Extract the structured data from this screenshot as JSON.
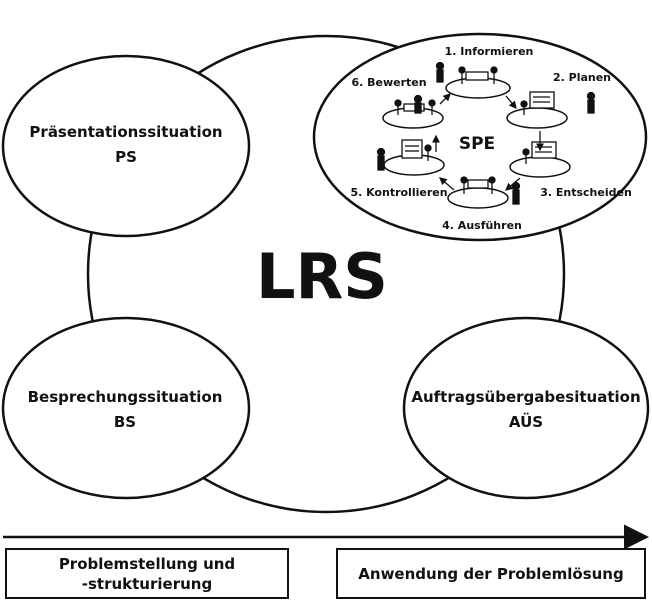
{
  "center": {
    "label": "LRS"
  },
  "situations": {
    "presentation": {
      "name": "Präsentationssituation",
      "abbr": "PS"
    },
    "meeting": {
      "name": "Besprechungssituation",
      "abbr": "BS"
    },
    "handover": {
      "name": "Auftragsübergabesituation",
      "abbr": "AÜS"
    }
  },
  "spe": {
    "label": "SPE",
    "steps": [
      "1. Informieren",
      "2. Planen",
      "3. Entscheiden",
      "4. Ausführen",
      "5. Kontrollieren",
      "6. Bewerten"
    ]
  },
  "timeline": {
    "left": {
      "line1": "Problemstellung und",
      "line2": "-strukturierung"
    },
    "right": "Anwendung der Problemlösung"
  },
  "colors": {
    "stroke": "#111111",
    "background": "#ffffff"
  }
}
